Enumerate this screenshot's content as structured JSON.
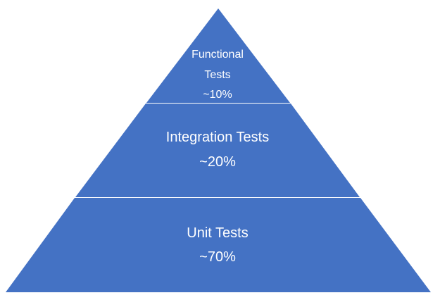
{
  "diagram": {
    "fill_color": "#4472c4",
    "divider_color": "#ffffff",
    "background_color": "#ffffff",
    "tiers": [
      {
        "name_line1": "Functional",
        "name_line2": "Tests",
        "percent": "~10%"
      },
      {
        "name": "Integration Tests",
        "percent": "~20%"
      },
      {
        "name": "Unit Tests",
        "percent": "~70%"
      }
    ]
  }
}
